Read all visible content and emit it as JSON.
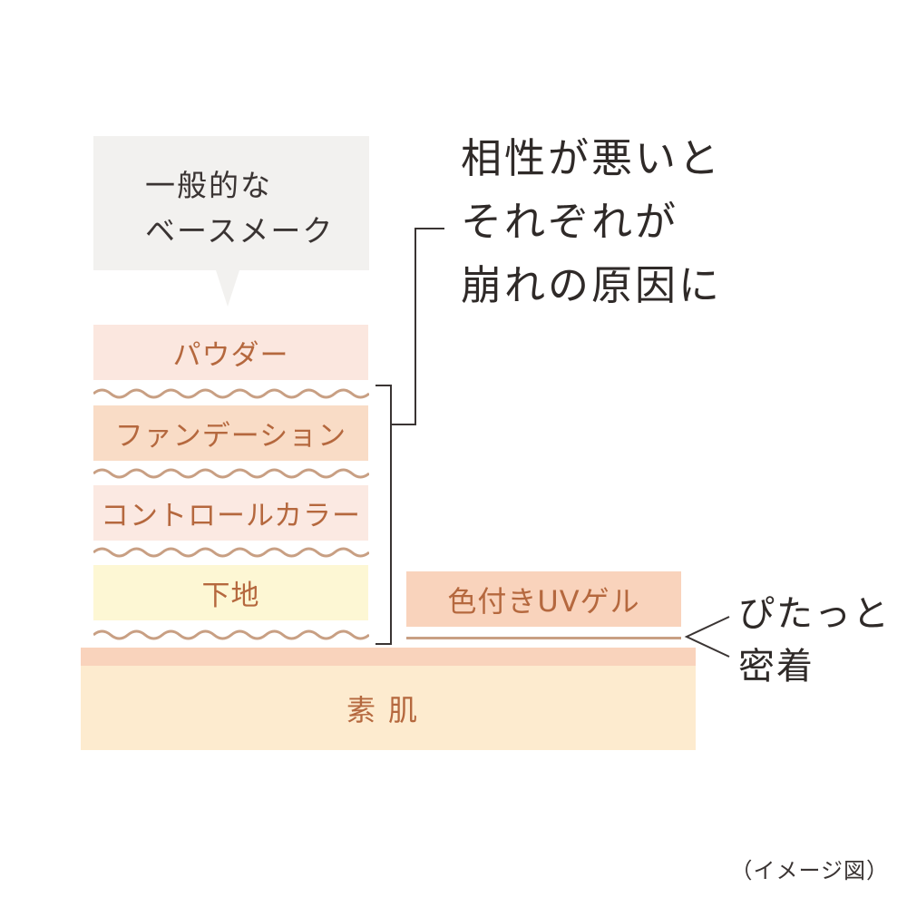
{
  "bubble": {
    "line1": "一般的な",
    "line2": "ベースメーク"
  },
  "layers": [
    {
      "label": "パウダー",
      "color": "#fbe7df"
    },
    {
      "label": "ファンデーション",
      "color": "#f9dcc6"
    },
    {
      "label": "コントロールカラー",
      "color": "#fbe9e2"
    },
    {
      "label": "下地",
      "color": "#fdf7d4"
    }
  ],
  "headline": {
    "line1": "相性が悪いと",
    "line2": "それぞれが",
    "line3": "崩れの原因に"
  },
  "gel": {
    "label": "色付きUVゲル"
  },
  "fit": {
    "line1": "ぴたっと",
    "line2": "密着"
  },
  "skin": {
    "label": "素肌"
  },
  "caption": "（イメージ図）",
  "colors": {
    "text_accent": "#b5683e",
    "wave": "#c89f83",
    "line": "#3a3433"
  }
}
